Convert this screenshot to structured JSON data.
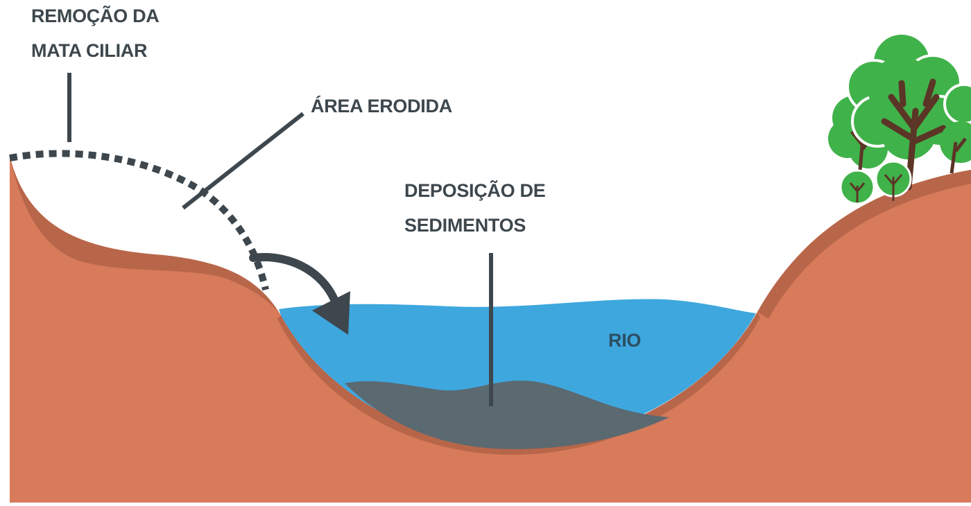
{
  "labels": {
    "remocao": [
      "REMOÇÃO DA",
      "MATA CILIAR"
    ],
    "area_erodida": "ÁREA ERODIDA",
    "deposicao": [
      "DEPOSIÇÃO DE",
      "SEDIMENTOS"
    ],
    "rio": "RIO"
  },
  "colors": {
    "soil": "#d77b5a",
    "soil_shade": "#b8664a",
    "water": "#3ea7de",
    "sediment": "#5b6970",
    "tree_green": "#40b24a",
    "trunk": "#5b3526",
    "line": "#3d474d",
    "text": "#3d474d",
    "rio_text": "#2b4f63"
  },
  "icons": [
    "dotted-original-slope",
    "curved-erosion-arrow",
    "tree-icon"
  ]
}
